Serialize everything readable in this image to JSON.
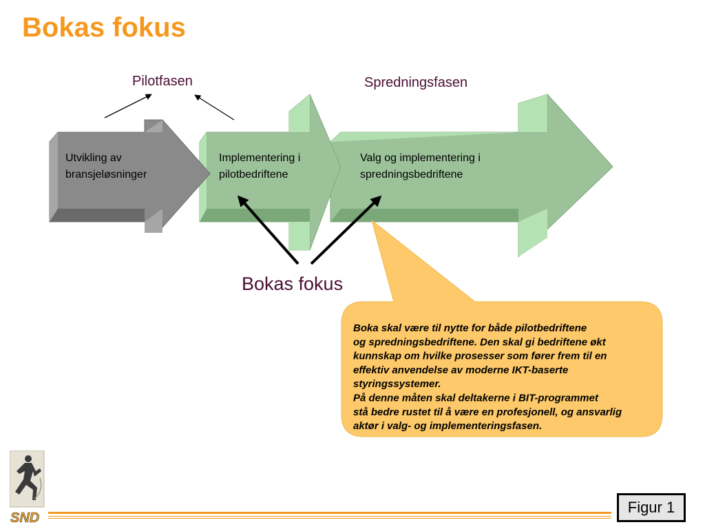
{
  "title": "Bokas fokus",
  "colors": {
    "title": "#f5981f",
    "phase_label": "#4b0d33",
    "grey_arrow": "#8a8a8a",
    "green_arrow": "#9cc29a",
    "green_arrow_light": "#b5e2b2",
    "callout_fill": "#fdc96a"
  },
  "phases": {
    "pilot": "Pilotfasen",
    "spread": "Spredningsfasen"
  },
  "arrows": [
    {
      "line1": "Utvikling av",
      "line2": "bransjeløsninger"
    },
    {
      "line1": "Implementering i",
      "line2": "pilotbedriftene"
    },
    {
      "line1": "Valg og implementering i",
      "line2": "spredningsbedriftene"
    }
  ],
  "focus_label": "Bokas fokus",
  "callout": {
    "lines": [
      "Boka skal være til nytte for både pilotbedriftene",
      "og spredningsbedriftene. Den skal gi bedriftene økt",
      "kunnskap om hvilke prosesser som fører frem til en",
      "effektiv anvendelse av moderne IKT-baserte",
      "styringssystemer.",
      "På denne måten skal deltakerne i BIT-programmet",
      "stå bedre rustet til å være en profesjonell, og ansvarlig",
      "aktør i valg- og implementeringsfasen."
    ]
  },
  "logo": {
    "text": "SND",
    "icon": "runner-logo-icon"
  },
  "figure_label": "Figur 1"
}
